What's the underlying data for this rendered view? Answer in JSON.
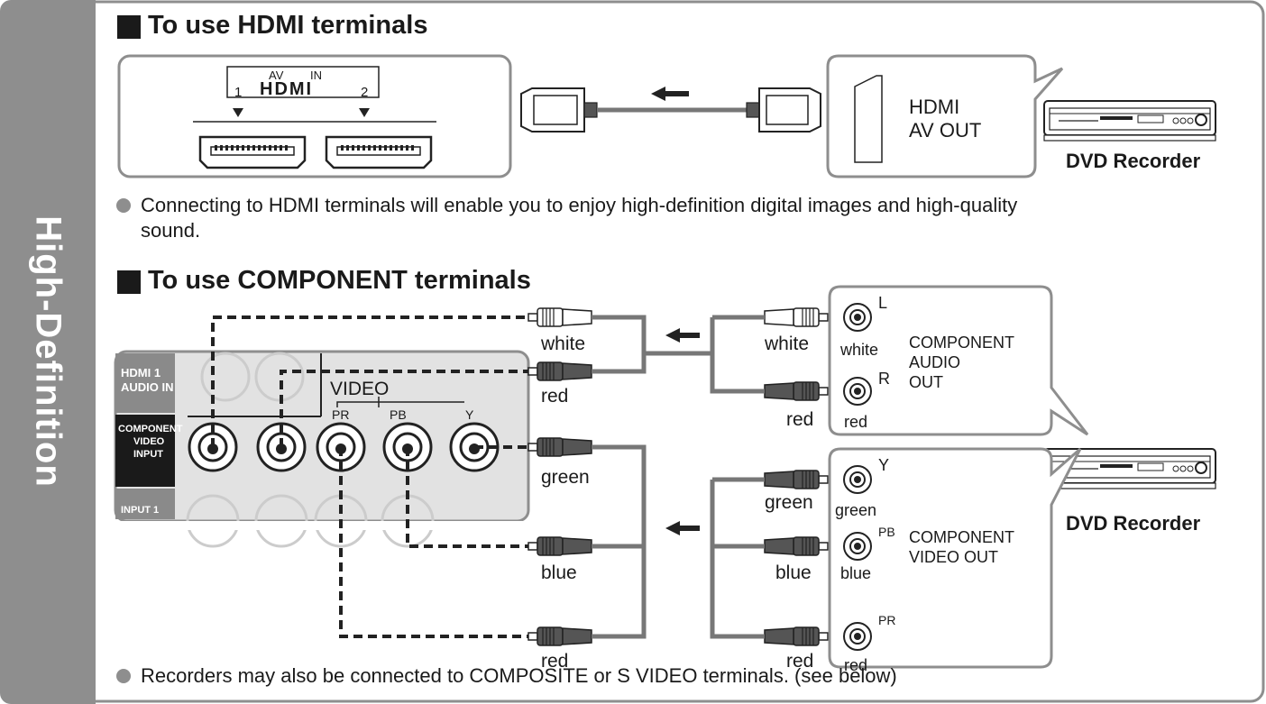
{
  "side_tab": {
    "label": "High-Definition"
  },
  "hdmi": {
    "heading": "To use HDMI terminals",
    "av_label": "AV",
    "in_label": "IN",
    "logo": "HDMI",
    "port1": "1",
    "port2": "2",
    "out_label_1": "HDMI",
    "out_label_2": "AV OUT",
    "device": "DVD Recorder",
    "note": "Connecting to HDMI terminals will enable you to enjoy high-definition digital images and high-quality",
    "note_cont": "sound."
  },
  "component": {
    "heading": "To use COMPONENT terminals",
    "panel_hdmi_audio_1": "HDMI 1",
    "panel_hdmi_audio_2": "AUDIO IN",
    "panel_comp_1": "COMPONENT",
    "panel_comp_2": "VIDEO",
    "panel_comp_3": "INPUT",
    "panel_input1": "INPUT 1",
    "video_label": "VIDEO",
    "pr_label": "PR",
    "pb_label": "PB",
    "y_label": "Y",
    "cable_white": "white",
    "cable_red": "red",
    "cable_green": "green",
    "cable_blue": "blue",
    "audio_l": "L",
    "audio_r": "R",
    "audio_out_1": "COMPONENT",
    "audio_out_2": "AUDIO",
    "audio_out_3": "OUT",
    "video_y": "Y",
    "video_pb": "PB",
    "video_pr": "PR",
    "video_out_1": "COMPONENT",
    "video_out_2": "VIDEO OUT",
    "device": "DVD Recorder",
    "note": "Recorders may also be connected to COMPOSITE or S VIDEO terminals. (see below)"
  },
  "colors": {
    "frame": "#8e8e8e",
    "line": "#777777",
    "dark": "#1a1a1a"
  }
}
